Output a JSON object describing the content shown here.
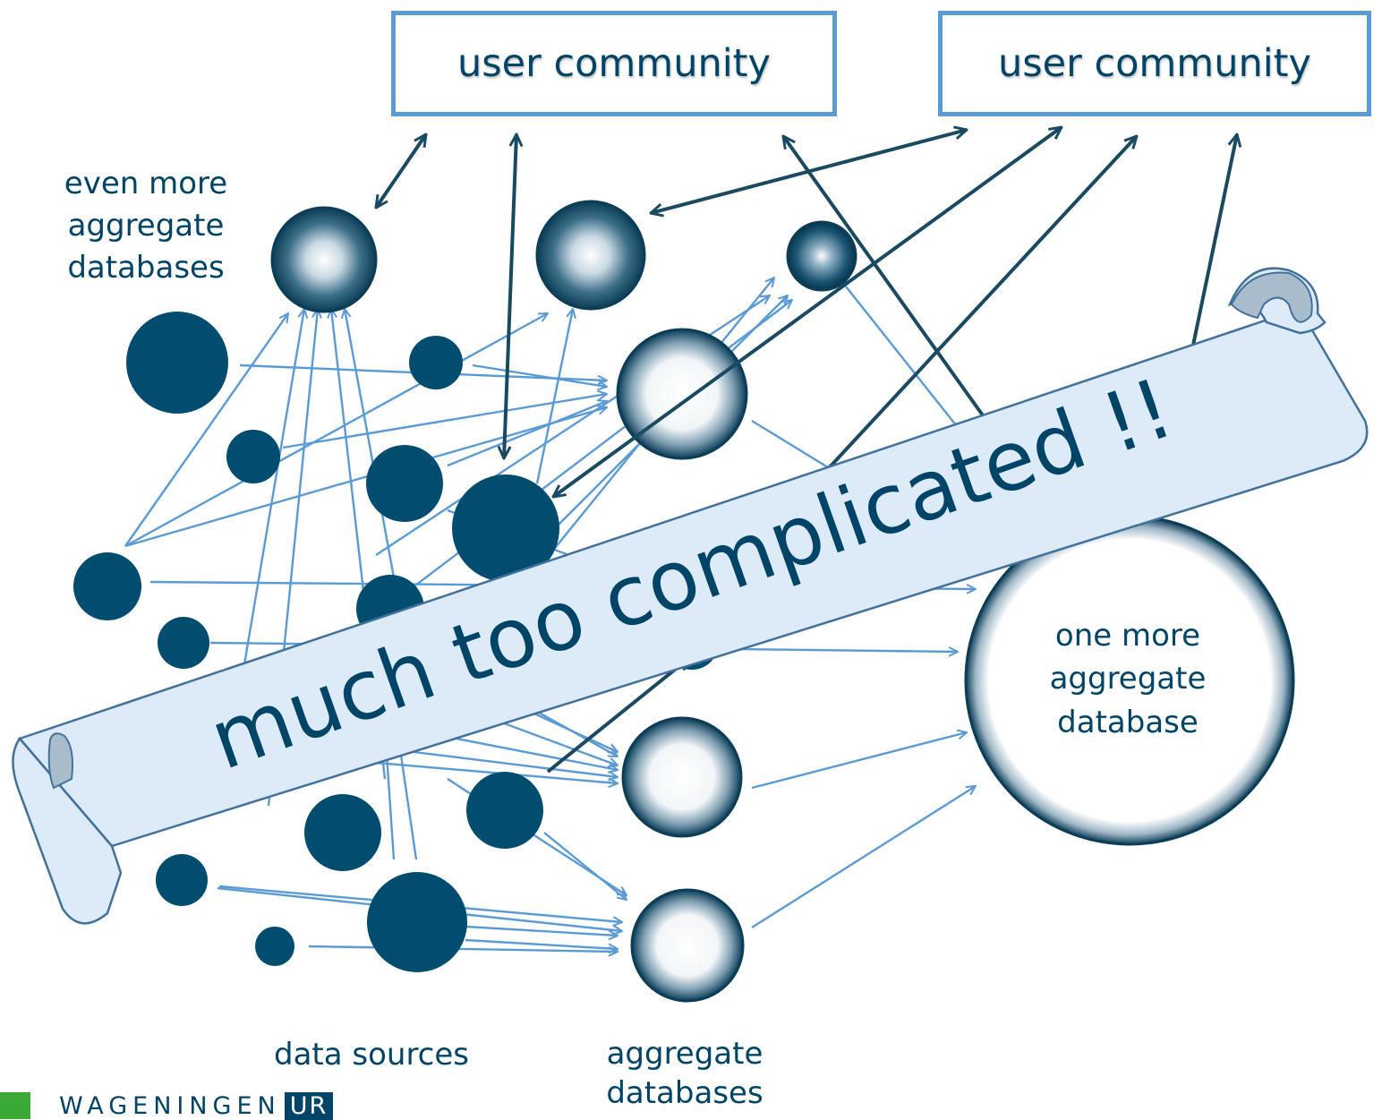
{
  "user_communities": [
    {
      "label": "user community"
    },
    {
      "label": "user community"
    }
  ],
  "labels": {
    "even_more_aggregate": "even more\naggregate\ndatabases",
    "data_sources": "data sources",
    "aggregate_databases": "aggregate\ndatabases",
    "one_more_aggregate": "one more\naggregate\ndatabase"
  },
  "banner": {
    "text": "much too complicated !!",
    "fill_color": "#dcebf7",
    "stroke_color": "#41719c"
  },
  "logo": {
    "name": "WAGENINGEN",
    "suffix": "UR"
  },
  "colors": {
    "node_dark": "#004d70",
    "arrow_light": "#5b9bd5",
    "arrow_dark": "#1a4a62",
    "text": "#004468"
  }
}
